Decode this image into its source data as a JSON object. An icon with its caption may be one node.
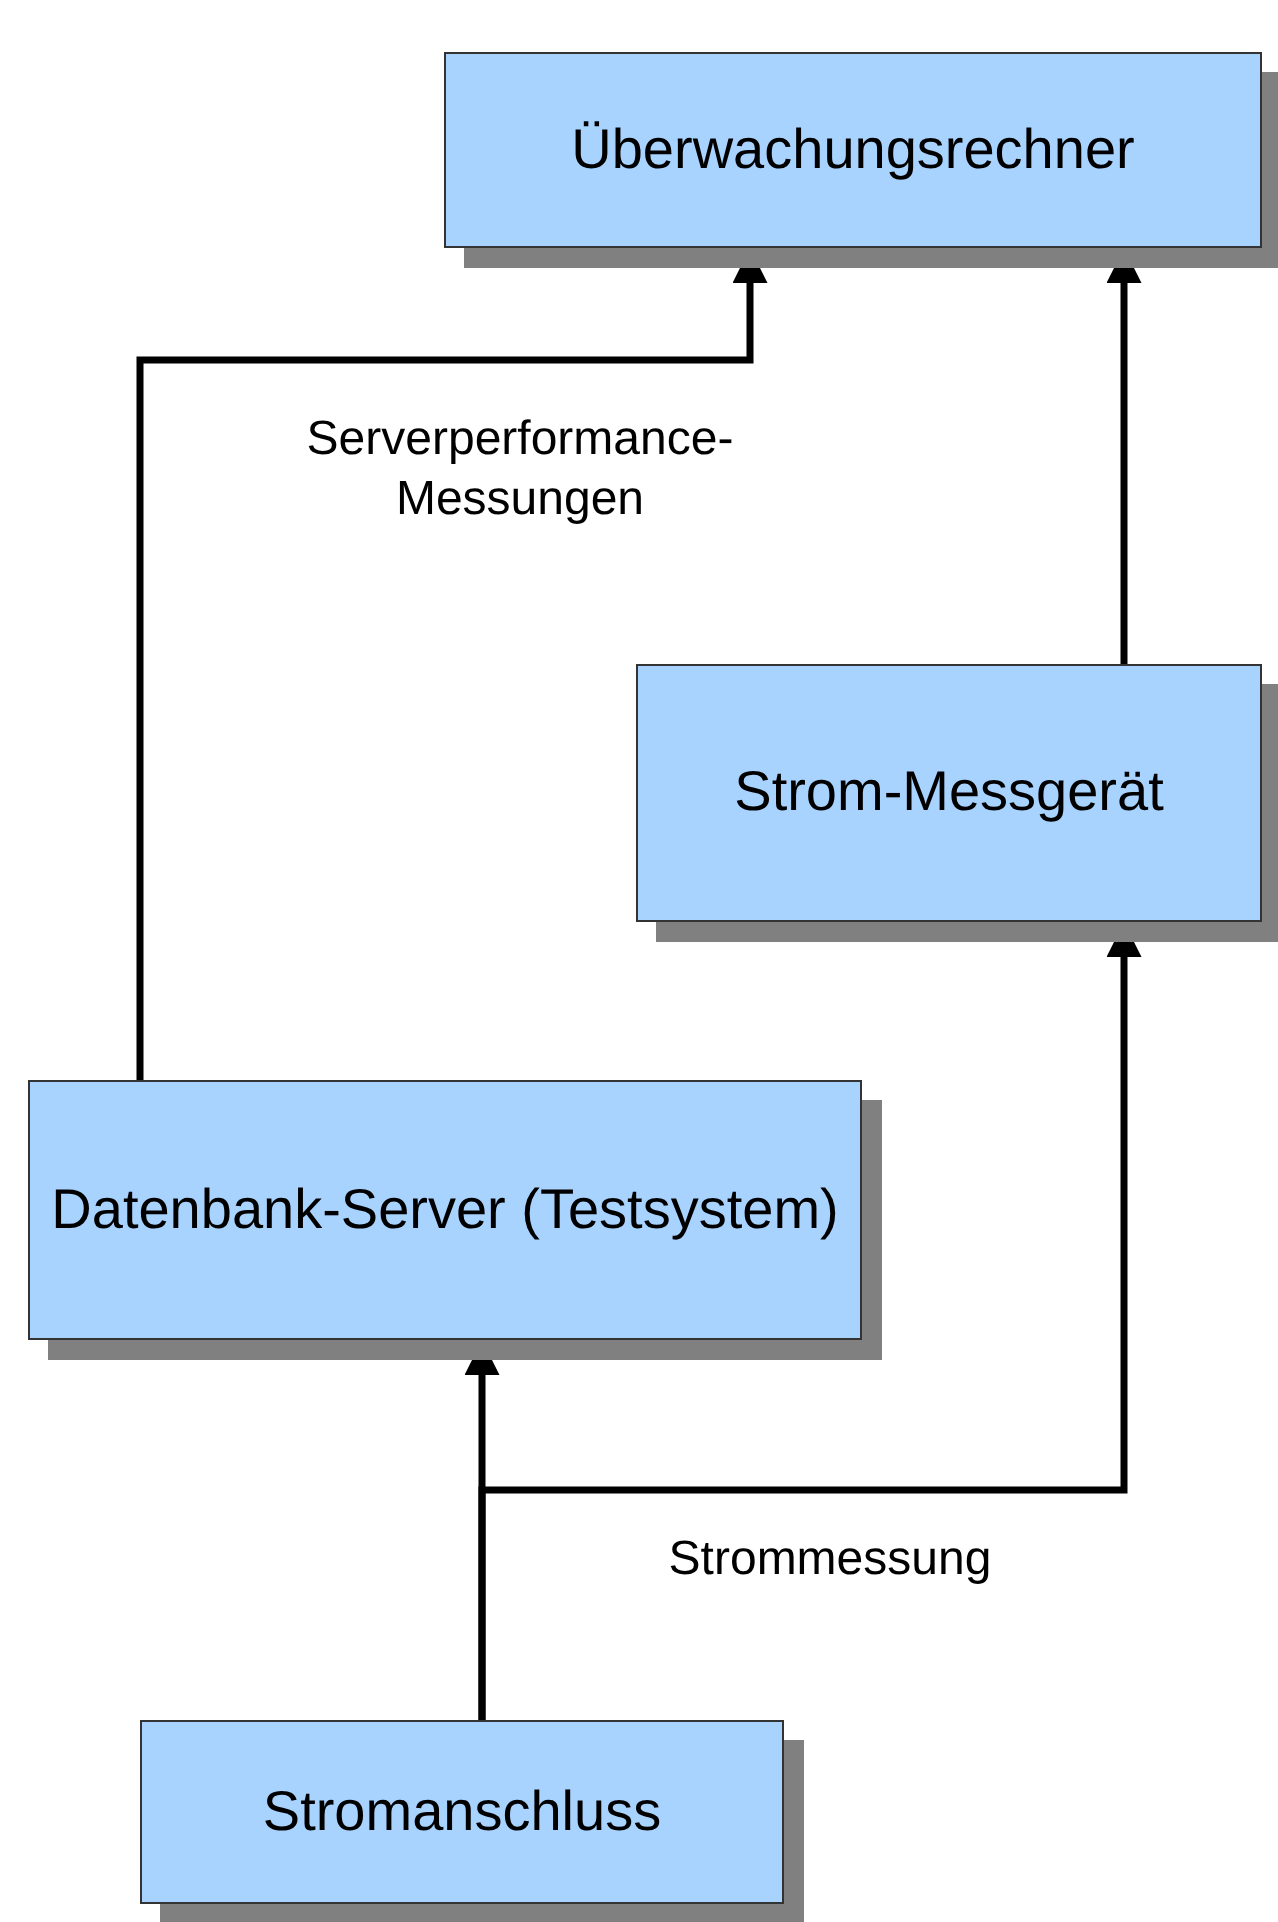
{
  "diagram": {
    "nodes": [
      {
        "text": [
          "Überwachungsrechner"
        ]
      },
      {
        "text": [
          "Strom-Messgerät"
        ]
      },
      {
        "text": [
          "Datenbank-Server (Testsystem)"
        ]
      },
      {
        "text": [
          "Stromanschluss"
        ]
      }
    ],
    "edges": [
      {
        "from": 2,
        "to": 0,
        "arrow": "to",
        "label": "Serverperformance- Messungen"
      },
      {
        "from": 1,
        "to": 0,
        "arrow": "to"
      },
      {
        "from": 3,
        "to": 2,
        "arrow": "to"
      },
      {
        "from": 3,
        "to": 1,
        "arrow": "to",
        "label": "Strommessung"
      }
    ]
  }
}
